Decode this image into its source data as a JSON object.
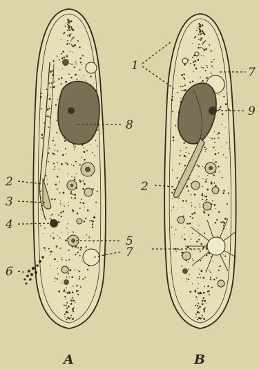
{
  "figure": {
    "panels": [
      {
        "id": "A",
        "caption": "A"
      },
      {
        "id": "B",
        "caption": "B"
      }
    ],
    "labels": {
      "A": [
        "2",
        "3",
        "4",
        "5",
        "6",
        "7",
        "8"
      ],
      "B": [
        "1",
        "2",
        "7",
        "9"
      ]
    }
  },
  "colors": {
    "paper": "#dcd5a9",
    "ink": "#2e2a1c",
    "body_fill": "#e6dfb8",
    "nucleus": "#7a6e54"
  }
}
